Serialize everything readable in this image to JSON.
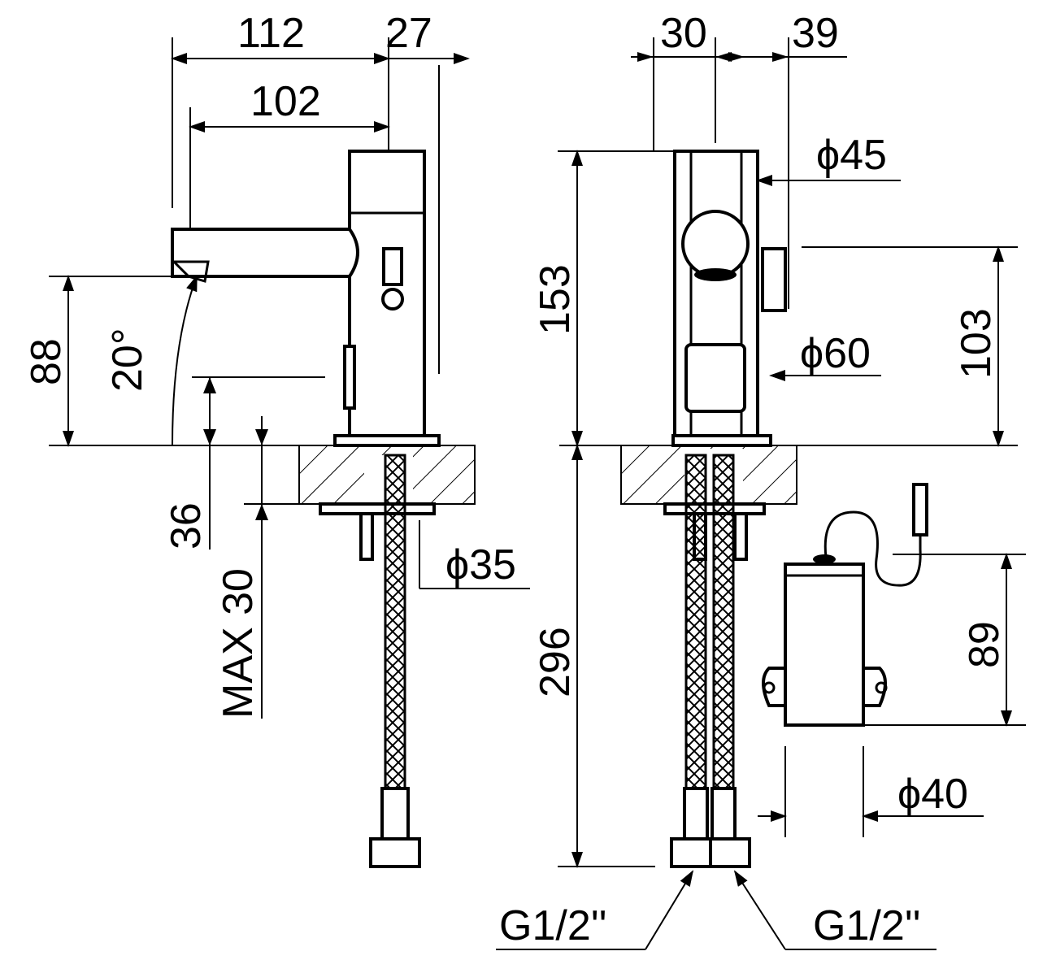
{
  "colors": {
    "line": "#000000",
    "background": "#ffffff"
  },
  "dimensions": {
    "spout_reach_total": "112",
    "body_depth": "27",
    "spout_reach": "102",
    "spout_height": "88",
    "spout_angle": "20°",
    "deck_clearance": "36",
    "max_deck_thickness": "MAX 30",
    "deck_hole_diameter": "ϕ35",
    "front_offset_left": "30",
    "front_offset_right": "39",
    "body_diameter_top": "ϕ45",
    "body_height": "153",
    "sensor_height": "103",
    "base_diameter": "ϕ60",
    "hose_length": "296",
    "control_box_height": "89",
    "control_box_diameter": "ϕ40",
    "connection_left": "G1/2''",
    "connection_right": "G1/2''"
  }
}
